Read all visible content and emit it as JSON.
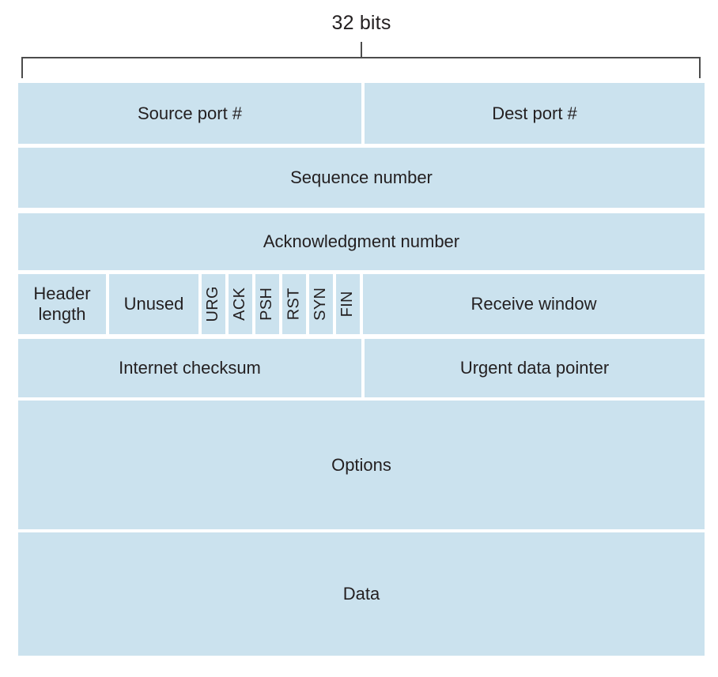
{
  "diagram": {
    "width_label": "32 bits",
    "colors": {
      "cell_fill": "#cbe2ee",
      "line": "#4c4c4c",
      "text": "#231f20"
    },
    "rows": [
      {
        "cells": [
          {
            "label": "Source port #"
          },
          {
            "label": "Dest port #"
          }
        ]
      },
      {
        "cells": [
          {
            "label": "Sequence number"
          }
        ]
      },
      {
        "cells": [
          {
            "label": "Acknowledgment number"
          }
        ]
      },
      {
        "cells": [
          {
            "label": "Header length"
          },
          {
            "label": "Unused"
          },
          {
            "label": "URG"
          },
          {
            "label": "ACK"
          },
          {
            "label": "PSH"
          },
          {
            "label": "RST"
          },
          {
            "label": "SYN"
          },
          {
            "label": "FIN"
          },
          {
            "label": "Receive window"
          }
        ]
      },
      {
        "cells": [
          {
            "label": "Internet checksum"
          },
          {
            "label": "Urgent data pointer"
          }
        ]
      },
      {
        "cells": [
          {
            "label": "Options"
          }
        ]
      },
      {
        "cells": [
          {
            "label": "Data"
          }
        ]
      }
    ]
  }
}
